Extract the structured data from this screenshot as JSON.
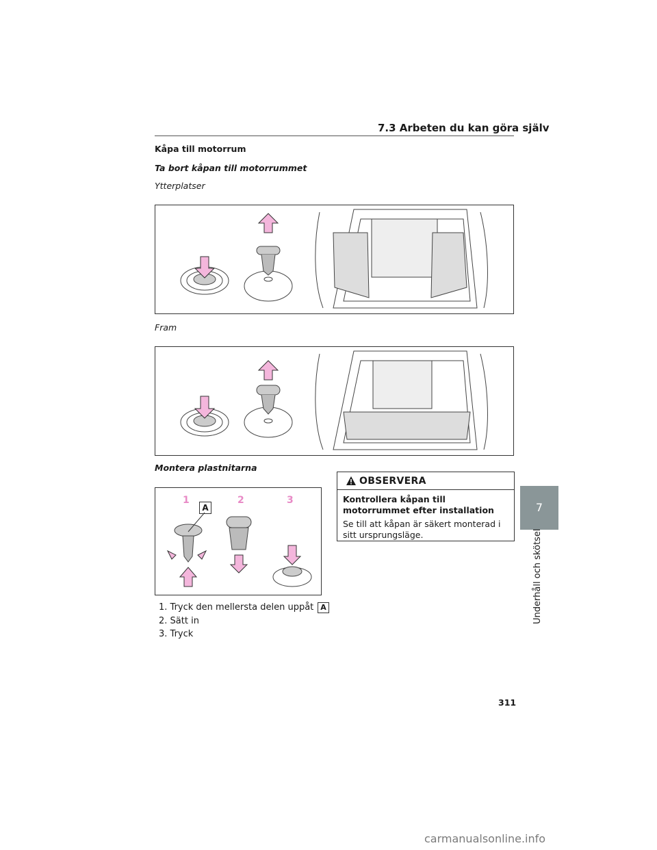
{
  "header": {
    "section": "7.3 Arbeten du kan göra själv"
  },
  "heading": "Kåpa till motorrum",
  "subheading": "Ta bort kåpan till motorrummet",
  "label_outer": "Ytterplatser",
  "label_front": "Fram",
  "install_heading": "Montera plastnitarna",
  "figure3": {
    "step1": "1",
    "step2": "2",
    "step3": "3",
    "marker": "A"
  },
  "steps": [
    {
      "text": "1. Tryck den mellersta delen uppåt",
      "badge": "A"
    },
    {
      "text": "2. Sätt in"
    },
    {
      "text": "3. Tryck"
    }
  ],
  "caution": {
    "title": "OBSERVERA",
    "subtitle": "Kontrollera kåpan till motorrummet efter installation",
    "text": "Se till att kåpan är säkert monterad i sitt ursprungsläge."
  },
  "chapter": {
    "number": "7",
    "label": "Underhåll och skötsel"
  },
  "page_number": "311",
  "watermark": "carmanualsonline.info",
  "colors": {
    "arrow": "#f4b6dc",
    "tab": "#8a9698"
  }
}
